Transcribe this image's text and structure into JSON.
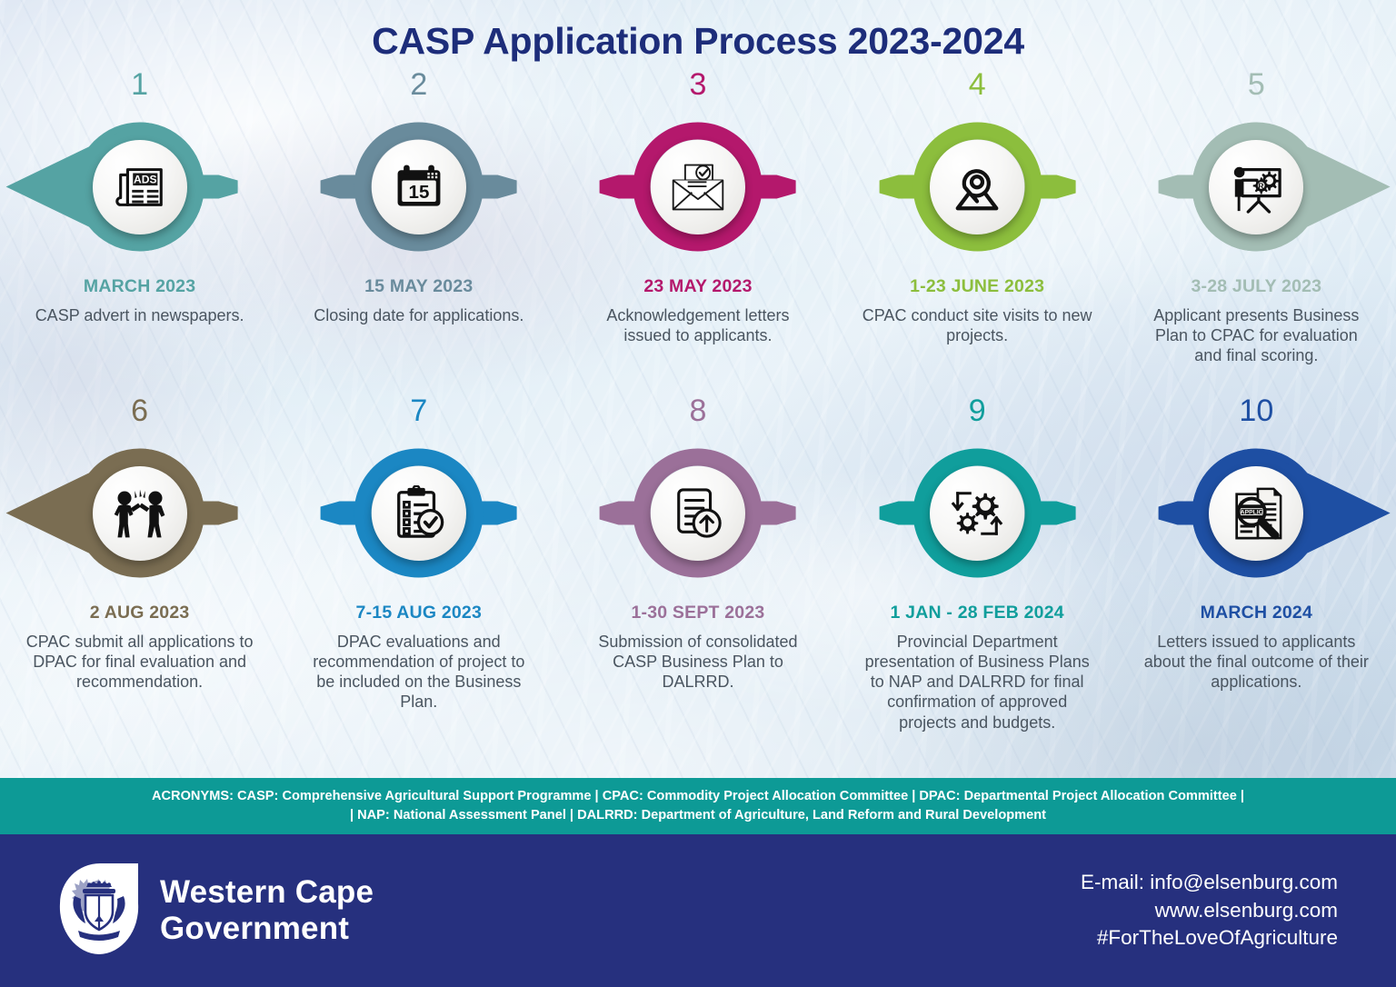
{
  "title": "CASP Application Process 2023-2024",
  "colors": {
    "title": "#1d2d7a",
    "acronym_bar_bg": "#0d9a96",
    "footer_bg": "#26307e",
    "body_text": "#4a5560"
  },
  "steps": [
    {
      "number": "1",
      "date": "MARCH 2023",
      "description": "CASP advert in newspapers.",
      "color": "#55a3a3",
      "icon": "newspaper-ads-icon",
      "shape": "point-left"
    },
    {
      "number": "2",
      "date": "15 MAY 2023",
      "description": "Closing date for applications.",
      "color": "#698b9c",
      "icon": "calendar-15-icon",
      "shape": "ring"
    },
    {
      "number": "3",
      "date": "23 MAY 2023",
      "description": "Acknowledgement letters issued to applicants.",
      "color": "#b4186c",
      "icon": "envelope-check-icon",
      "shape": "ring"
    },
    {
      "number": "4",
      "date": "1-23 JUNE 2023",
      "description": "CPAC conduct site visits to new projects.",
      "color": "#8cbe3d",
      "icon": "map-pin-icon",
      "shape": "ring"
    },
    {
      "number": "5",
      "date": "3-28 JULY 2023",
      "description": "Applicant presents Business Plan to CPAC for evaluation and final scoring.",
      "color": "#a3bdb4",
      "icon": "presentation-gears-icon",
      "shape": "point-right"
    },
    {
      "number": "6",
      "date": "2 AUG 2023",
      "description": "CPAC submit all applications to DPAC for final evaluation and recommendation.",
      "color": "#7a6d52",
      "icon": "handshake-people-icon",
      "shape": "point-left"
    },
    {
      "number": "7",
      "date": "7-15 AUG 2023",
      "description": "DPAC evaluations and recommendation of project to be included on the Business Plan.",
      "color": "#1b87c3",
      "icon": "clipboard-check-icon",
      "shape": "ring"
    },
    {
      "number": "8",
      "date": "1-30 SEPT 2023",
      "description": "Submission of consolidated CASP Business Plan to DALRRD.",
      "color": "#9b7099",
      "icon": "document-upload-icon",
      "shape": "ring"
    },
    {
      "number": "9",
      "date": "1 JAN - 28 FEB 2024",
      "description": "Provincial Department presentation of Business Plans to NAP and DALRRD for final confirmation of approved projects and budgets.",
      "color": "#109e9c",
      "icon": "gears-cycle-icon",
      "shape": "ring"
    },
    {
      "number": "10",
      "date": "MARCH 2024",
      "description": "Letters issued to applicants about the final outcome of their applications.",
      "color": "#1e4fa3",
      "icon": "magnifier-application-icon",
      "shape": "point-right"
    }
  ],
  "acronyms": {
    "line1": "ACRONYMS:  CASP: Comprehensive Agricultural Support Programme  |  CPAC: Commodity Project Allocation Committee  |  DPAC: Departmental Project Allocation Committee |",
    "line2": "|  NAP: National Assessment Panel  |  DALRRD: Department of Agriculture, Land Reform and Rural Development"
  },
  "footer": {
    "logo_alt": "western-cape-coat-of-arms",
    "brand_line1": "Western Cape",
    "brand_line2": "Government",
    "email": "E-mail: info@elsenburg.com",
    "website": "www.elsenburg.com",
    "hashtag": "#ForTheLoveOfAgriculture"
  }
}
